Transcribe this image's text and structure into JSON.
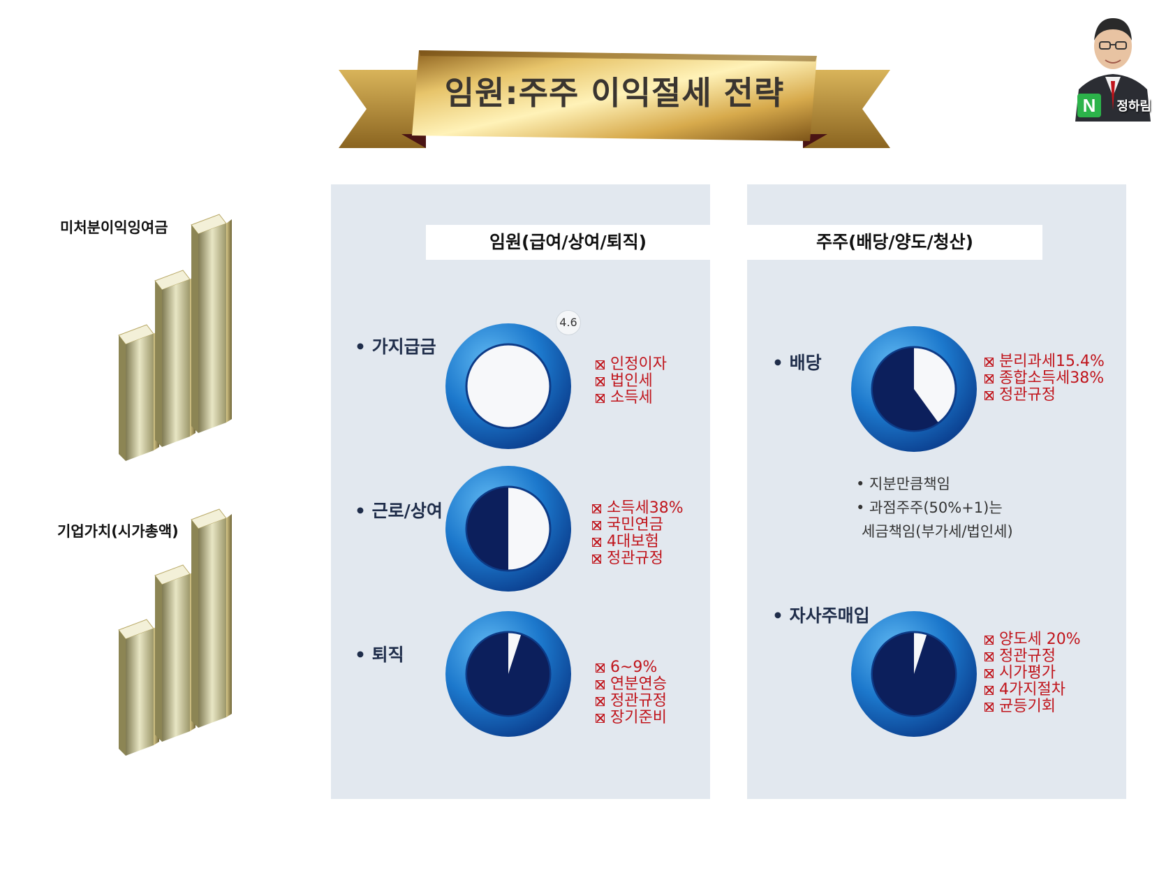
{
  "title": "임원:주주 이익절세 전략",
  "avatar": {
    "name": "정하림",
    "badge": "N",
    "icon": "naver-blog-logo"
  },
  "side": {
    "label_top": "미처분이익잉여금",
    "label_bottom": "기업가치(시가총액)",
    "icon": "gold-bar-chart-icon"
  },
  "left_panel": {
    "header": "임원(급여/상여/퇴직)",
    "badge": "4.6",
    "items": [
      {
        "label": "• 가지급금",
        "fill_fraction": 0.0,
        "notes": [
          "인정이자",
          "법인세",
          "소득세"
        ]
      },
      {
        "label": "• 근로/상여",
        "fill_fraction": 0.5,
        "notes": [
          "소득세38%",
          "국민연금",
          "4대보험",
          "정관규정"
        ]
      },
      {
        "label": "• 퇴직",
        "fill_fraction": 0.95,
        "notes": [
          "6~9%",
          "연분연승",
          "정관규정",
          "장기준비"
        ]
      }
    ]
  },
  "right_panel": {
    "header": "주주(배당/양도/청산)",
    "items": [
      {
        "label": "• 배당",
        "fill_fraction": 0.6,
        "notes": [
          "분리과세15.4%",
          "종합소득세38%",
          "정관규정"
        ]
      },
      {
        "label": "• 자사주매입",
        "fill_fraction": 0.95,
        "notes": [
          "양도세 20%",
          "정관규정",
          "시가평가",
          "4가지절차",
          "균등기회"
        ]
      }
    ],
    "info_lines": [
      "• 지분만큼책임",
      "• 과점주주(50%+1)는",
      "세금책임(부가세/법인세)"
    ]
  },
  "colors": {
    "panel_bg": "#e2e8ef",
    "note_red": "#c0141b",
    "donut_fill": "#0c1f5c",
    "ring_blue": "#1f7fd0",
    "gold": "#c99a3a"
  }
}
